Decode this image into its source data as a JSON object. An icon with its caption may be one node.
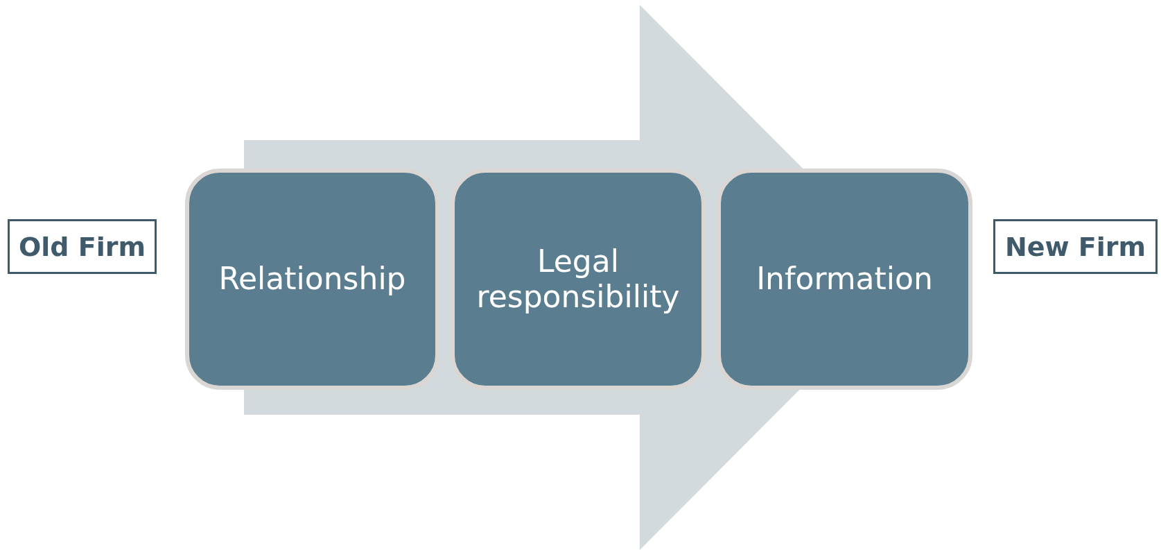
{
  "diagram": {
    "nodes": [
      {
        "text": [
          "Old Firm"
        ]
      },
      {
        "text": [
          "Relationship"
        ]
      },
      {
        "text": [
          "Legal responsibility"
        ]
      },
      {
        "text": [
          "Information"
        ]
      },
      {
        "text": [
          "New Firm"
        ]
      }
    ],
    "edges": [
      {
        "from": 1,
        "to": 3,
        "arrow": "to"
      }
    ]
  }
}
